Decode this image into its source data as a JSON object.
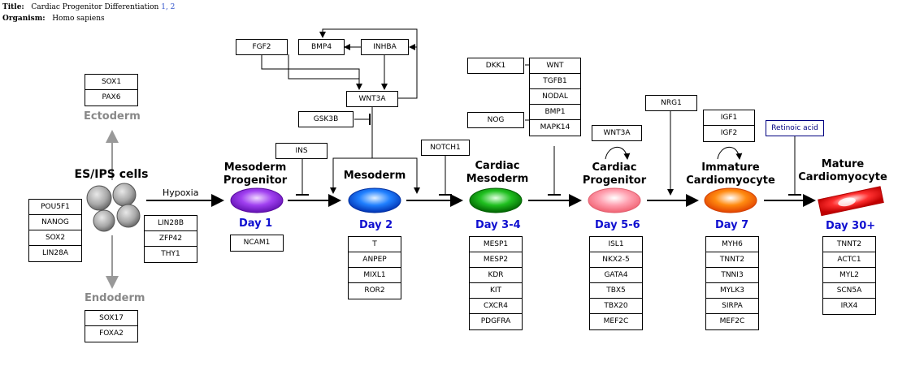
{
  "header": {
    "title_label": "Title:",
    "title_value": "Cardiac Progenitor Differentiation",
    "refs": "1, 2",
    "organism_label": "Organism:",
    "organism_value": "Homo sapiens"
  },
  "stem": {
    "label": "ES/IPS cells",
    "left_markers": [
      "POU5F1",
      "NANOG",
      "SOX2",
      "LIN28A"
    ],
    "right_markers": [
      "LIN28B",
      "ZFP42",
      "THY1"
    ],
    "hypoxia": "Hypoxia"
  },
  "ectoderm": {
    "label": "Ectoderm",
    "markers": [
      "SOX1",
      "PAX6"
    ]
  },
  "endoderm": {
    "label": "Endoderm",
    "markers": [
      "SOX17",
      "FOXA2"
    ]
  },
  "stages": [
    {
      "label": "Mesoderm Progenitor",
      "day": "Day 1",
      "markers": [
        "NCAM1"
      ],
      "color": "#8a2be2"
    },
    {
      "label": "Mesoderm",
      "day": "Day 2",
      "markers": [
        "T",
        "ANPEP",
        "MIXL1",
        "ROR2"
      ],
      "color": "#1e6cff"
    },
    {
      "label": "Cardiac Mesoderm",
      "day": "Day 3-4",
      "markers": [
        "MESP1",
        "MESP2",
        "KDR",
        "KIT",
        "CXCR4",
        "PDGFRA"
      ],
      "color": "#11b011"
    },
    {
      "label": "Cardiac Progenitor",
      "day": "Day 5-6",
      "markers": [
        "ISL1",
        "NKX2-5",
        "GATA4",
        "TBX5",
        "TBX20",
        "MEF2C"
      ],
      "color": "#ff8a9a"
    },
    {
      "label": "Immature Cardiomyocyte",
      "day": "Day 7",
      "markers": [
        "MYH6",
        "TNNT2",
        "TNNI3",
        "MYLK3",
        "SIRPA",
        "MEF2C"
      ],
      "color": "#ff7b00"
    },
    {
      "label": "Mature Cardiomyocyte",
      "day": "Day 30+",
      "markers": [
        "TNNT2",
        "ACTC1",
        "MYL2",
        "SCN5A",
        "IRX4"
      ],
      "color": "#ff2020"
    }
  ],
  "regulators": {
    "fgf2": "FGF2",
    "bmp4": "BMP4",
    "inhba": "INHBA",
    "wnt3a": "WNT3A",
    "gsk3b": "GSK3B",
    "ins": "INS",
    "notch1": "NOTCH1",
    "dkk1": "DKK1",
    "wnt": "WNT",
    "tgfb1": "TGFB1",
    "nodal": "NODAL",
    "nog": "NOG",
    "bmp1": "BMP1",
    "mapk14": "MAPK14",
    "wnt3a_2": "WNT3A",
    "nrg1": "NRG1",
    "igf1": "IGF1",
    "igf2": "IGF2",
    "retinoic": "Retinoic acid"
  },
  "colors": {
    "day_text": "#1010d0",
    "germ_layer_text": "#888888",
    "arrow": "#000000"
  }
}
